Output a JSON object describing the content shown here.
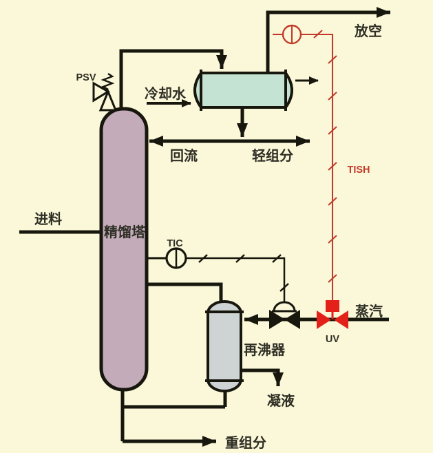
{
  "diagram": {
    "type": "process-flow-diagram",
    "subject": "distillation column with condenser and reboiler",
    "colors": {
      "background": "#fbf8da",
      "line_black": "#17170e",
      "column_fill": "#c3abba",
      "condenser_fill": "#c5e3d2",
      "reboiler_fill": "#ced3d3",
      "signal_red": "#c23b2a",
      "valve_red": "#e32119"
    },
    "labels": {
      "feed": "进料",
      "column": "精馏塔",
      "psv": "PSV",
      "cooling_water": "冷却水",
      "vent": "放空",
      "reflux": "回流",
      "light_components": "轻组分",
      "tish": "TISH",
      "tic": "TIC",
      "steam": "蒸汽",
      "uv_valve": "UV",
      "reboiler": "再沸器",
      "condensate": "凝液",
      "heavy_components": "重组分"
    }
  }
}
